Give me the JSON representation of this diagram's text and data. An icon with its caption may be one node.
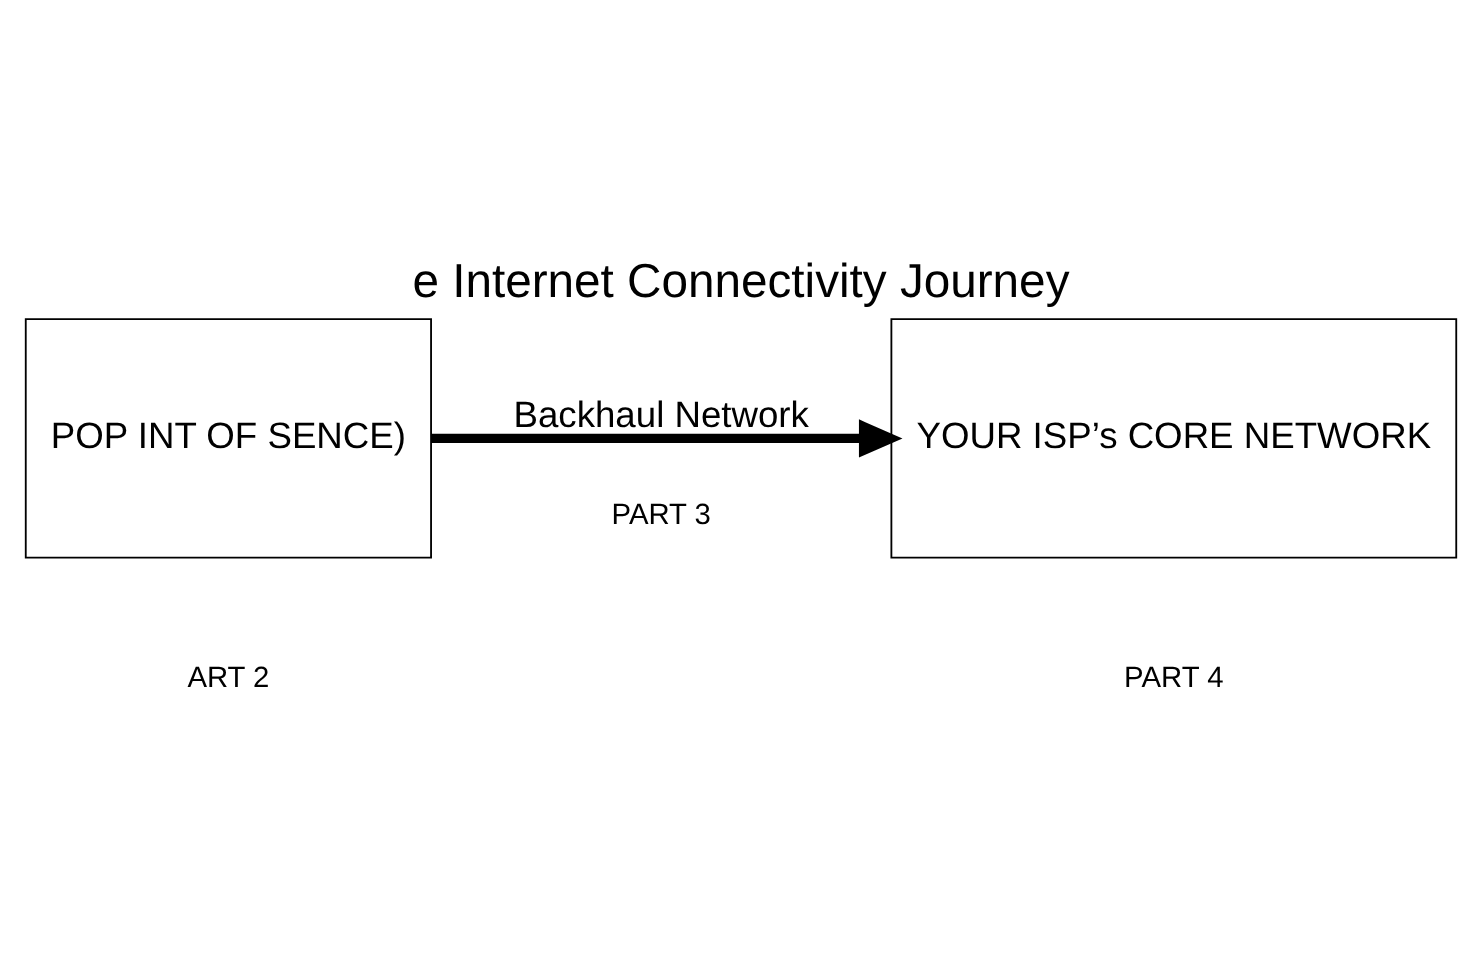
{
  "diagram": {
    "title": "e Internet Connectivity Journey",
    "nodes": [
      {
        "text": [
          "POP INT OF SENCE)"
        ],
        "beside": [
          "ART 2"
        ]
      },
      {
        "text": [
          "YOUR ISP’s CORE NETWORK"
        ],
        "beside": [
          "PART 4"
        ]
      }
    ],
    "edges": [
      {
        "from": 0,
        "to": 1,
        "arrow": "to",
        "label": "Backhaul Network"
      }
    ],
    "labels": [
      "PART 3"
    ]
  }
}
